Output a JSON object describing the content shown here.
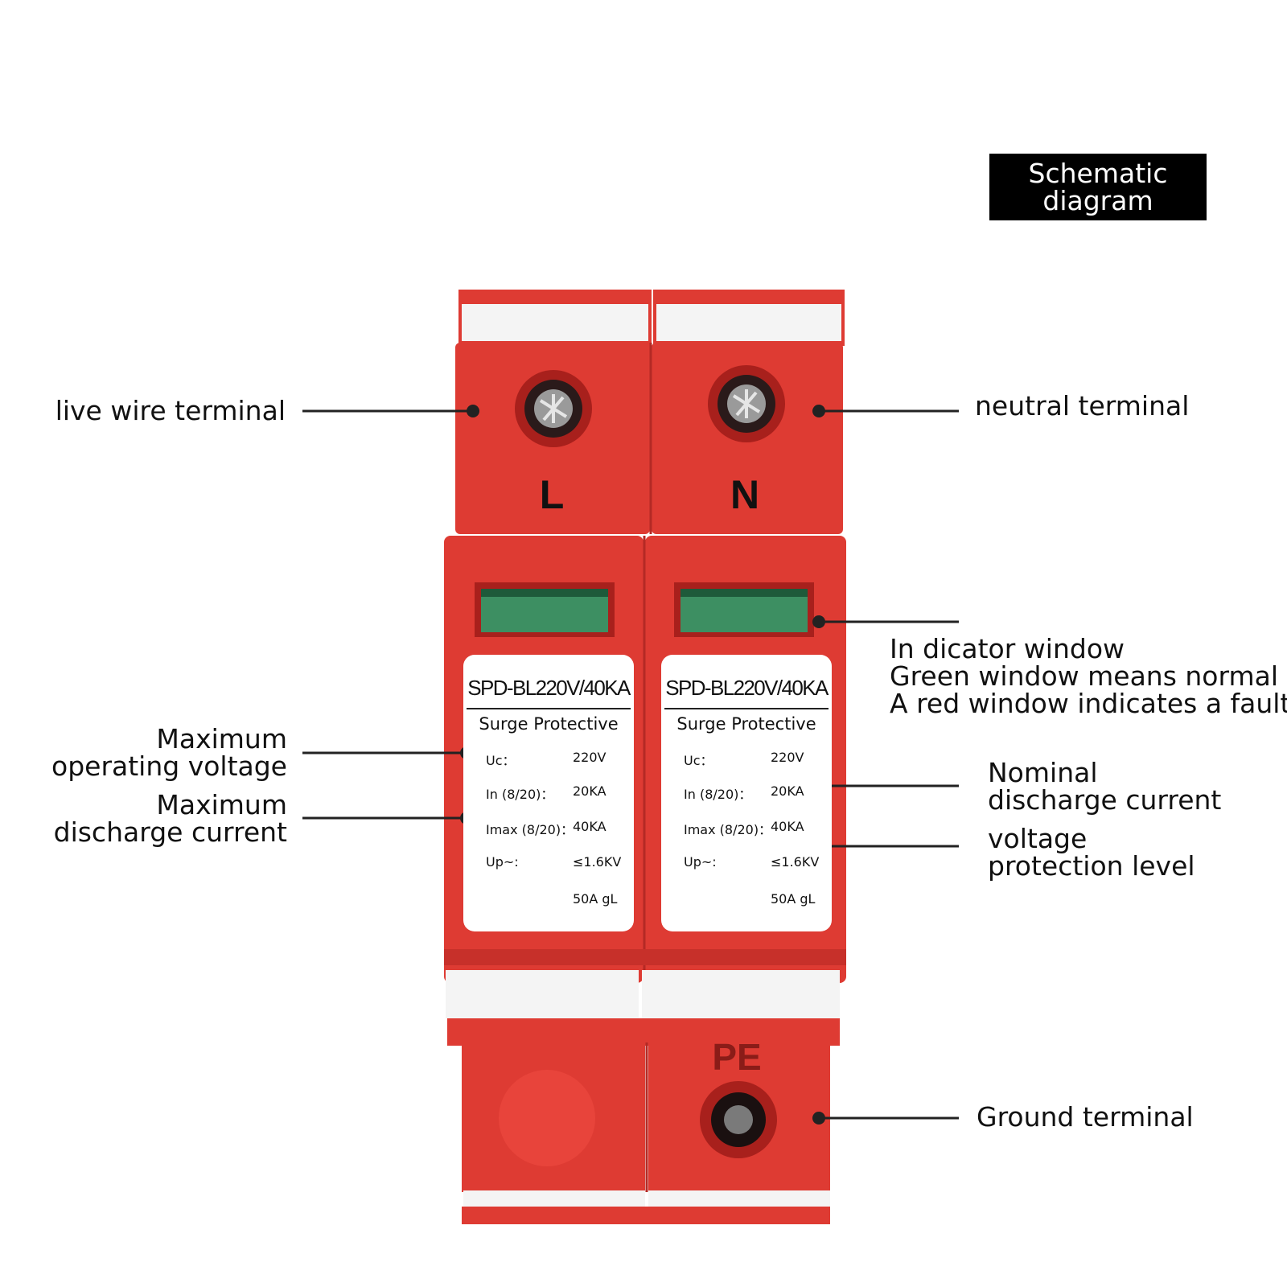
{
  "header": {
    "badge_line1": "Schematic",
    "badge_line2": "diagram"
  },
  "device": {
    "terminal_letters": {
      "left": "L",
      "right": "N",
      "ground": "PE"
    },
    "label": {
      "model": "SPD-BL220V/40KA",
      "subtitle": "Surge Protective",
      "rows": [
        {
          "key": "Uc：",
          "value": "220V"
        },
        {
          "key": "In (8/20)：",
          "value": "20KA"
        },
        {
          "key": "Imax (8/20)：",
          "value": "40KA"
        },
        {
          "key": "Up~:",
          "value": "≤1.6KV"
        },
        {
          "key": "",
          "value": "50A gL"
        }
      ]
    },
    "colors": {
      "body": "#de3b33",
      "body_dark": "#c7302a",
      "indicator": "#3d8f62",
      "label_bg": "#ffffff"
    }
  },
  "callouts": {
    "live_wire": "live wire terminal",
    "neutral": "neutral terminal",
    "indicator": [
      "In dicator window",
      "Green window means normal",
      "A red window indicates a fault"
    ],
    "max_operating_voltage": [
      "Maximum",
      "operating voltage"
    ],
    "max_discharge_current": [
      "Maximum",
      "discharge current"
    ],
    "nominal_discharge_current": [
      "Nominal",
      "discharge current"
    ],
    "voltage_protection_level": [
      "voltage",
      "protection level"
    ],
    "ground": "Ground terminal"
  }
}
